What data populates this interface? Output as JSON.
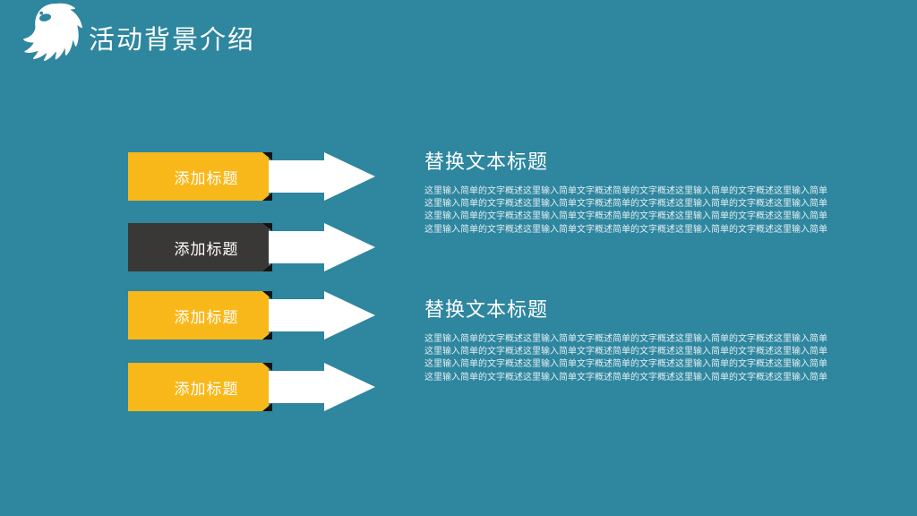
{
  "slide": {
    "background_color": "#2e869f",
    "accent_yellow": "#f9b81a",
    "accent_dark": "#3a3836",
    "arrow_color": "#ffffff",
    "notch_color": "#151311"
  },
  "header": {
    "logo_name": "bird-logo",
    "title": "活动背景介绍"
  },
  "steps": [
    {
      "label": "添加标题",
      "style": "yellow"
    },
    {
      "label": "添加标题",
      "style": "dark"
    },
    {
      "label": "添加标题",
      "style": "yellow"
    },
    {
      "label": "添加标题",
      "style": "yellow"
    }
  ],
  "text_blocks": [
    {
      "heading": "替换文本标题",
      "lines": [
        "这里输入简单的文字概述这里输入简单文字概述简单的文字概述这里输入简单的文字概述这里输入简单",
        "这里输入简单的文字概述这里输入简单文字概述简单的文字概述这里输入简单的文字概述这里输入简单",
        "这里输入简单的文字概述这里输入简单文字概述简单的文字概述这里输入简单的文字概述这里输入简单",
        "这里输入简单的文字概述这里输入简单文字概述简单的文字概述这里输入简单的文字概述这里输入简单"
      ]
    },
    {
      "heading": "替换文本标题",
      "lines": [
        "这里输入简单的文字概述这里输入简单文字概述简单的文字概述这里输入简单的文字概述这里输入简单",
        "这里输入简单的文字概述这里输入简单文字概述简单的文字概述这里输入简单的文字概述这里输入简单",
        "这里输入简单的文字概述这里输入简单文字概述简单的文字概述这里输入简单的文字概述这里输入简单",
        "这里输入简单的文字概述这里输入简单文字概述简单的文字概述这里输入简单的文字概述这里输入简单"
      ]
    }
  ]
}
